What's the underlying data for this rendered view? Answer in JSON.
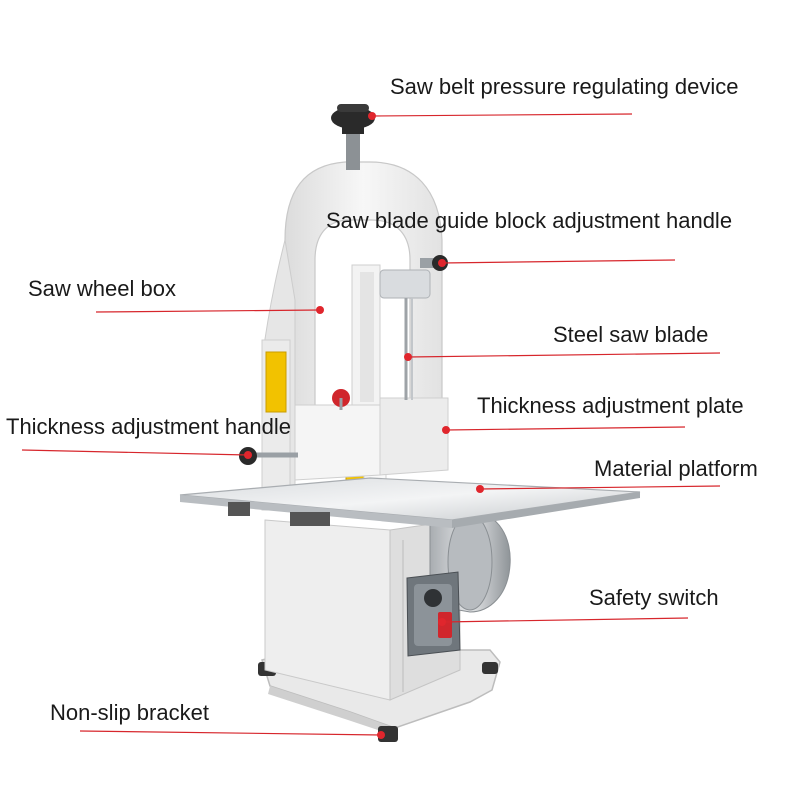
{
  "labels": {
    "pressure_device": "Saw belt pressure regulating device",
    "guide_handle": "Saw blade guide block adjustment handle",
    "wheel_box": "Saw wheel box",
    "saw_blade": "Steel saw blade",
    "thickness_plate": "Thickness adjustment plate",
    "thickness_handle": "Thickness adjustment handle",
    "platform": "Material platform",
    "safety_switch": "Safety switch",
    "bracket": "Non-slip bracket"
  },
  "colors": {
    "leader_line": "#d7262c",
    "marker_dot": "#e0262d",
    "label_text": "#1a1a1a",
    "machine_body": "#f2f2f2",
    "steel": "#c9cccf",
    "knob": "#2a2a2a"
  }
}
